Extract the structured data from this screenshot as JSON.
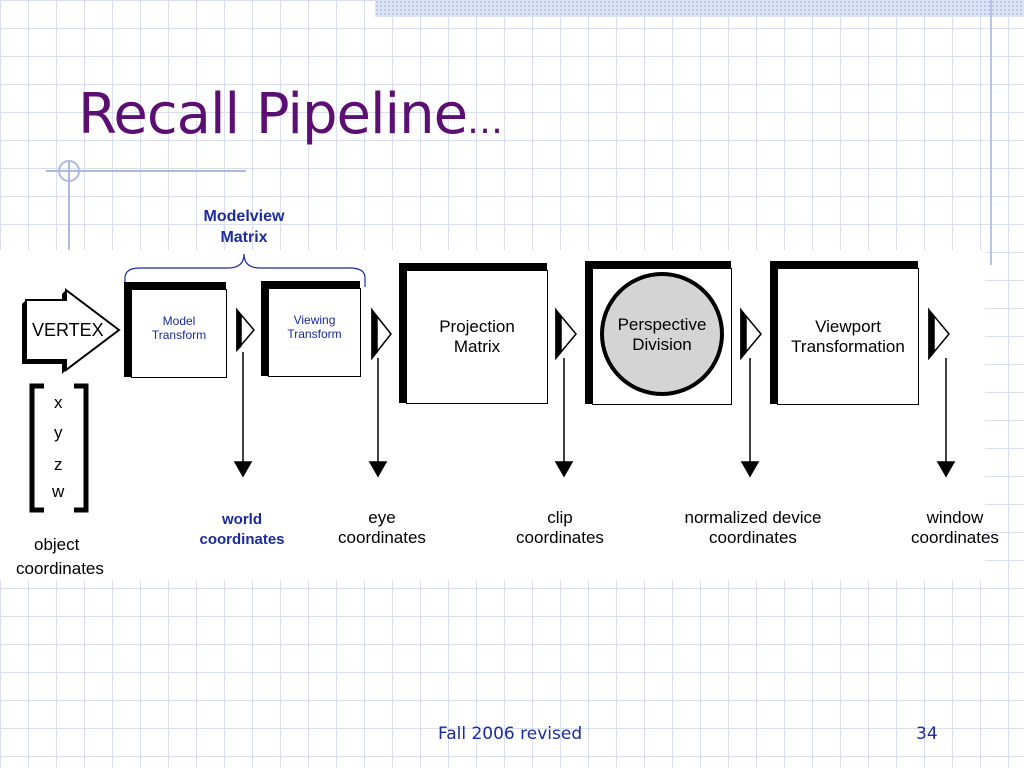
{
  "slide": {
    "title": "Recall Pipeline",
    "title_ellipsis": "…",
    "footer_text": "Fall 2006 revised",
    "page_number": "34"
  },
  "diagram": {
    "modelview_label_line1": "Modelview",
    "modelview_label_line2": "Matrix",
    "vertex_label": "VERTEX",
    "vertex_components": [
      "x",
      "y",
      "z",
      "w"
    ],
    "stages": [
      {
        "line1": "Model",
        "line2": "Transform"
      },
      {
        "line1": "Viewing",
        "line2": "Transform"
      },
      {
        "line1": "Projection",
        "line2": "Matrix"
      },
      {
        "line1": "Perspective",
        "line2": "Division"
      },
      {
        "line1": "Viewport",
        "line2": "Transformation"
      }
    ],
    "coordinates": [
      {
        "line1": "object",
        "line2": "coordinates"
      },
      {
        "line1": "world",
        "line2": "coordinates"
      },
      {
        "line1": "eye",
        "line2": "coordinates"
      },
      {
        "line1": "clip",
        "line2": "coordinates"
      },
      {
        "line1": "normalized device",
        "line2": "coordinates"
      },
      {
        "line1": "window",
        "line2": "coordinates"
      }
    ]
  },
  "colors": {
    "title": "#5b0f73",
    "accent_blue": "#1a2aa0",
    "grid_line": "#d9dff0",
    "circle_fill": "#d4d4d4"
  }
}
